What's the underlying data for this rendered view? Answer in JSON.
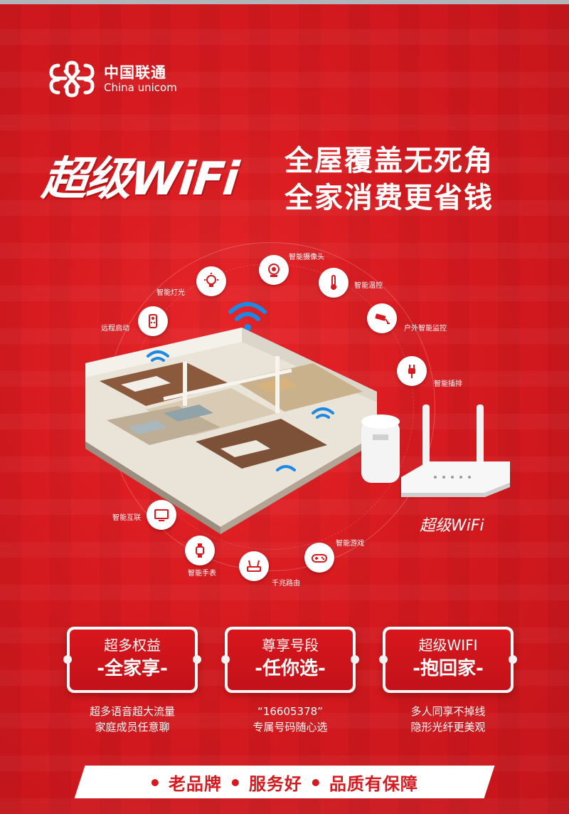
{
  "logo": {
    "cn": "中国联通",
    "en": "China unicom"
  },
  "headline": {
    "brand": "超级WiFi",
    "line1": "全屋覆盖无死角",
    "line2": "全家消费更省钱"
  },
  "features": [
    {
      "label": "智能摄像头",
      "icon": "camera-icon"
    },
    {
      "label": "智能温控",
      "icon": "thermometer-icon"
    },
    {
      "label": "户外智能监控",
      "icon": "cctv-icon"
    },
    {
      "label": "智能插排",
      "icon": "plug-icon"
    },
    {
      "label": "智能灯光",
      "icon": "bulb-icon"
    },
    {
      "label": "远程启动",
      "icon": "remote-icon"
    },
    {
      "label": "智能互联",
      "icon": "tv-icon"
    },
    {
      "label": "智能手表",
      "icon": "watch-icon"
    },
    {
      "label": "千兆路由",
      "icon": "router-icon"
    },
    {
      "label": "智能游戏",
      "icon": "gamepad-icon"
    }
  ],
  "router_label": "超级WiFi",
  "cards": [
    {
      "top": "超多权益",
      "main": "-全家享-",
      "desc1": "超多语音超大流量",
      "desc2": "家庭成员任意聊"
    },
    {
      "top": "尊享号段",
      "main": "-任你选-",
      "desc1": "“16605378”",
      "desc2": "专属号码随心选"
    },
    {
      "top": "超级WIFI",
      "main": "-抱回家-",
      "desc1": "多人同享不掉线",
      "desc2": "隐形光纤更美观"
    }
  ],
  "banner": {
    "s1": "老品牌",
    "s2": "服务好",
    "s3": "品质有保障"
  },
  "colors": {
    "brand_red": "#d61a1f",
    "white": "#ffffff",
    "wifi_blue": "#1e88e5"
  }
}
